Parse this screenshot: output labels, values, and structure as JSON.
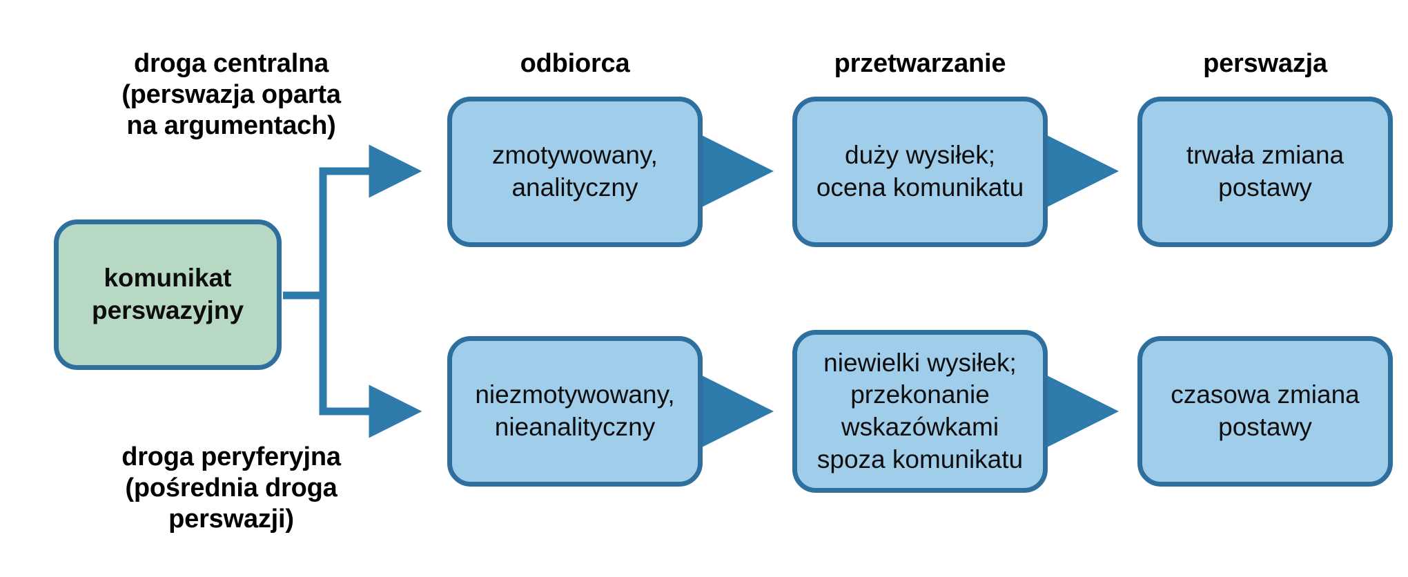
{
  "diagram": {
    "title_colors": {
      "box_blue_fill": "#9fcdea",
      "box_green_fill": "#b7d8c3",
      "box_border": "#2e6f9e",
      "connector": "#2e7bab",
      "background": "#ffffff",
      "text": "#0d0d0d"
    },
    "column_headers": [
      {
        "id": "central-route",
        "label": "droga centralna\n(perswazja oparta\nna argumentach)"
      },
      {
        "id": "receiver",
        "label": "odbiorca"
      },
      {
        "id": "processing",
        "label": "przetwarzanie"
      },
      {
        "id": "persuasion",
        "label": "perswazja"
      }
    ],
    "side_labels": [
      {
        "id": "peripheral-route",
        "label": "droga peryferyjna\n(pośrednia droga\nperswazji)"
      }
    ],
    "source_node": {
      "id": "persuasive-message",
      "label": "komunikat\nperswazyjny",
      "fill": "green"
    },
    "rows": [
      {
        "id": "central-path",
        "nodes": [
          {
            "id": "receiver-motivated",
            "label": "zmotywowany,\nanalityczny"
          },
          {
            "id": "processing-high-effort",
            "label": "duży wysiłek;\nocena komunikatu"
          },
          {
            "id": "outcome-lasting-change",
            "label": "trwała zmiana\npostawy"
          }
        ]
      },
      {
        "id": "peripheral-path",
        "nodes": [
          {
            "id": "receiver-unmotivated",
            "label": "niezmotywowany,\nnieanalityczny"
          },
          {
            "id": "processing-low-effort",
            "label": "niewielki wysiłek;\nprzekonanie\nwskazówkami\nspoza komunikatu"
          },
          {
            "id": "outcome-temporary-change",
            "label": "czasowa zmiana\npostawy"
          }
        ]
      }
    ],
    "connectors": [
      {
        "id": "split-to-central",
        "type": "elbow-arrow"
      },
      {
        "id": "split-to-peripheral",
        "type": "elbow-arrow"
      },
      {
        "id": "central-receiver-to-processing",
        "type": "arrow"
      },
      {
        "id": "central-processing-to-outcome",
        "type": "arrow"
      },
      {
        "id": "peripheral-receiver-to-processing",
        "type": "arrow"
      },
      {
        "id": "peripheral-processing-to-outcome",
        "type": "arrow"
      }
    ]
  }
}
